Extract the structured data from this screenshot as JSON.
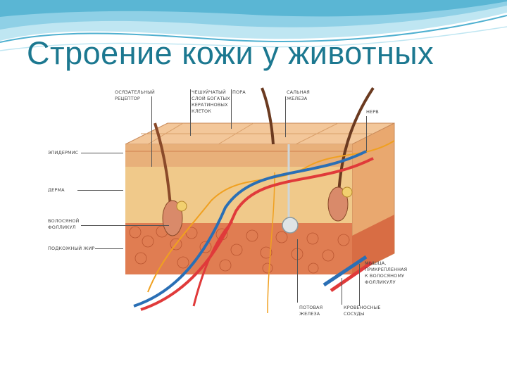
{
  "slide": {
    "title": "Строение кожи у животных"
  },
  "diagram": {
    "labels": {
      "epidermis": "Эпидермис",
      "dermis": "Дерма",
      "hair_follicle": "Волосяной фолликул",
      "subcutaneous_fat": "Подкожный жир",
      "sensory_receptor": "Осязательный рецептор",
      "scaly_layer": "Чешуйчатый слой богатых кератиновых клеток",
      "pore": "Пора",
      "sebaceous_gland": "Сальная железа",
      "nerve": "Нерв",
      "muscle": "Мышца, прикрепленная к волосяному фолликулу",
      "sweat_gland": "Потовая железа",
      "blood_vessels": "Кровеносные сосуды"
    }
  },
  "colors": {
    "title": "#1c7890",
    "banner_light": "#bfe6f2",
    "banner_dark": "#4fb0d0",
    "epidermis": "#e8b07a",
    "dermis": "#f0c98a",
    "fat": "#e07d52",
    "artery": "#e03a3a",
    "vein": "#2a6fb5",
    "nerve": "#f0a020"
  }
}
